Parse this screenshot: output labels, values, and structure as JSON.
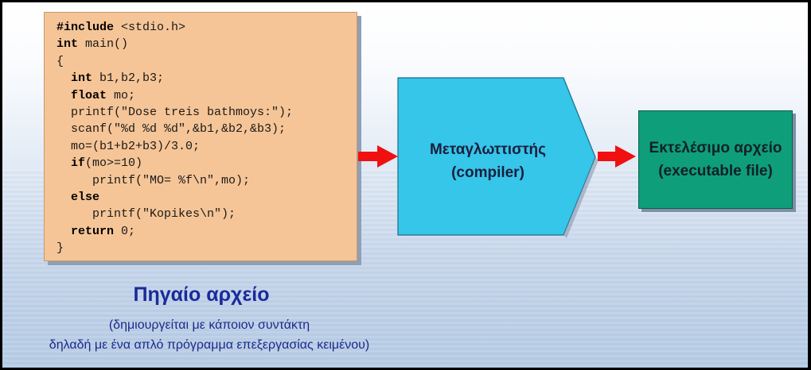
{
  "colors": {
    "code_box": "#f6c597",
    "compiler_shape": "#35c6ea",
    "executable_box": "#0f9e7a",
    "arrow": "#f01010",
    "caption": "#1a2a9a"
  },
  "source_code": {
    "lines": [
      {
        "kw": "#include",
        "rest": " <stdio.h>"
      },
      {
        "kw": "int",
        "rest": " main()"
      },
      {
        "kw": "",
        "rest": "{"
      },
      {
        "kw": "  int",
        "rest": " b1,b2,b3;"
      },
      {
        "kw": "  float",
        "rest": " mo;"
      },
      {
        "kw": "",
        "rest": "  printf(\"Dose treis bathmoys:\");"
      },
      {
        "kw": "",
        "rest": "  scanf(\"%d %d %d\",&b1,&b2,&b3);"
      },
      {
        "kw": "",
        "rest": "  mo=(b1+b2+b3)/3.0;"
      },
      {
        "kw": "  if",
        "rest": "(mo>=10)"
      },
      {
        "kw": "",
        "rest": "     printf(\"MO= %f\\n\",mo);"
      },
      {
        "kw": "  else",
        "rest": ""
      },
      {
        "kw": "",
        "rest": "     printf(\"Kopikes\\n\");"
      },
      {
        "kw": "  return",
        "rest": " 0;"
      },
      {
        "kw": "",
        "rest": "}"
      }
    ]
  },
  "compiler": {
    "line1": "Μεταγλωττιστής",
    "line2": "(compiler)"
  },
  "executable": {
    "line1": "Εκτελέσιμο αρχείο",
    "line2": "(executable file)"
  },
  "source_file": {
    "title": "Πηγαίο αρχείο",
    "subtitle_line1": "(δημιουργείται με κάποιον συντάκτη",
    "subtitle_line2": "δηλαδή με ένα απλό πρόγραμμα επεξεργασίας κειμένου)"
  }
}
